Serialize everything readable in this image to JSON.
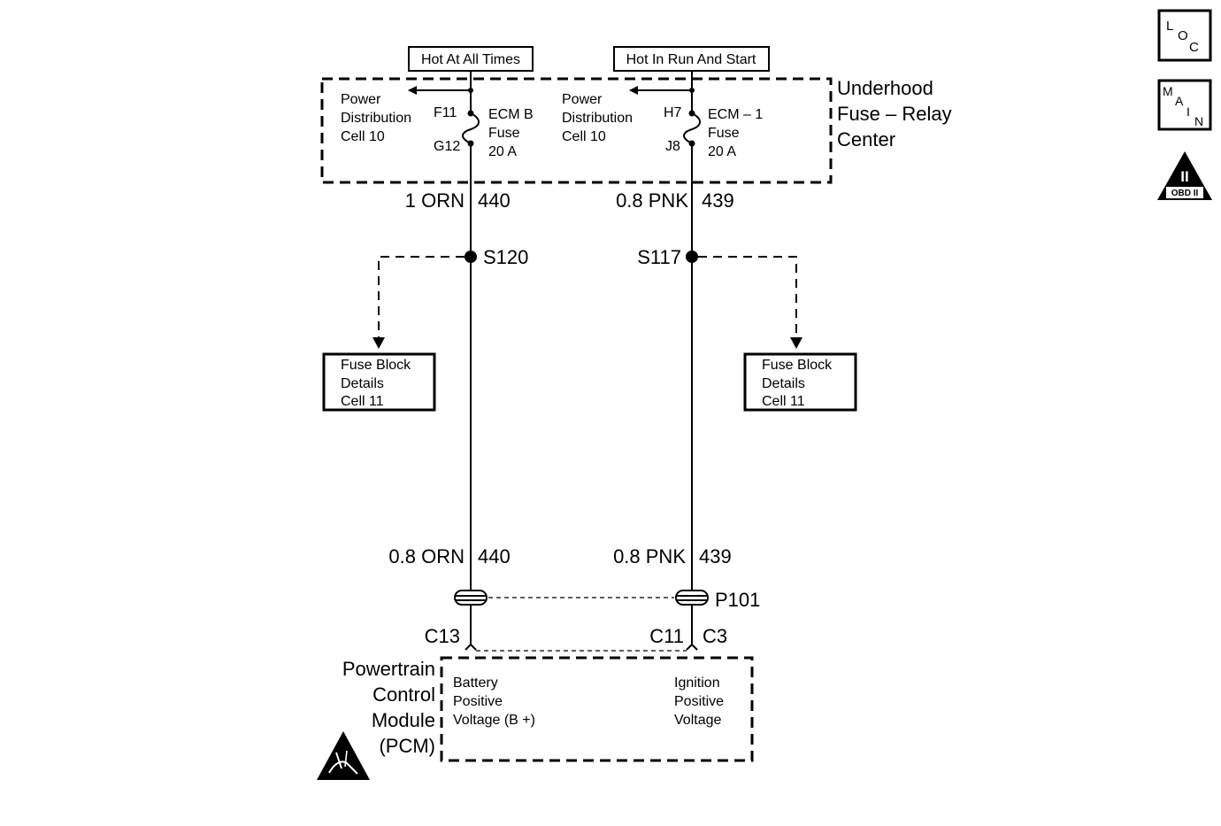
{
  "power_sources": {
    "left": "Hot At All Times",
    "right": "Hot In Run And Start"
  },
  "fuse_center": {
    "name_lines": [
      "Underhood",
      "Fuse – Relay",
      "Center"
    ],
    "left": {
      "ref_lines": [
        "Power",
        "Distribution",
        "Cell 10"
      ],
      "terminal_top": "F11",
      "terminal_bottom": "G12",
      "fuse_lines": [
        "ECM B",
        "Fuse",
        "20 A"
      ]
    },
    "right": {
      "ref_lines": [
        "Power",
        "Distribution",
        "Cell 10"
      ],
      "terminal_top": "H7",
      "terminal_bottom": "J8",
      "fuse_lines": [
        "ECM – 1",
        "Fuse",
        "20 A"
      ]
    }
  },
  "wires": {
    "left_upper": {
      "gauge_color": "1 ORN",
      "circuit": "440"
    },
    "right_upper": {
      "gauge_color": "0.8 PNK",
      "circuit": "439"
    },
    "left_lower": {
      "gauge_color": "0.8 ORN",
      "circuit": "440"
    },
    "right_lower": {
      "gauge_color": "0.8 PNK",
      "circuit": "439"
    }
  },
  "splices": {
    "left": "S120",
    "right": "S117"
  },
  "fuse_block_refs": {
    "left_lines": [
      "Fuse Block",
      "Details",
      "Cell 11"
    ],
    "right_lines": [
      "Fuse Block",
      "Details",
      "Cell 11"
    ]
  },
  "connector": {
    "name": "P101",
    "pin_left": "C13",
    "pin_right_a": "C11",
    "pin_right_b": "C3"
  },
  "pcm": {
    "name_lines": [
      "Powertrain",
      "Control",
      "Module",
      "(PCM)"
    ],
    "left_lines": [
      "Battery",
      "Positive",
      "Voltage (B +)"
    ],
    "right_lines": [
      "Ignition",
      "Positive",
      "Voltage"
    ]
  },
  "nav": {
    "loc": {
      "l": "L",
      "o": "O",
      "c": "C"
    },
    "main": {
      "m": "M",
      "a": "A",
      "i": "I",
      "n": "N"
    },
    "obd": {
      "numeral": "II",
      "label": "OBD II"
    }
  }
}
